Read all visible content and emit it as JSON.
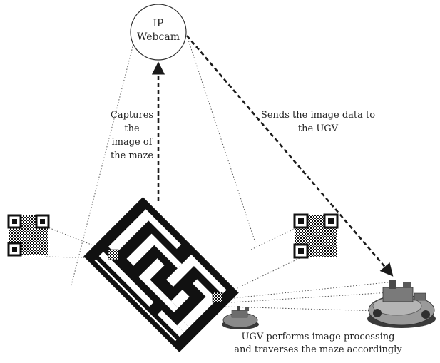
{
  "camera": {
    "line1": "IP",
    "line2": "Webcam"
  },
  "captures_label": [
    "Captures",
    "the",
    "image of",
    "the maze"
  ],
  "sends_label": [
    "Sends the image data to",
    "the UGV"
  ],
  "ugv_label": [
    "UGV performs image processing",
    "and traverses the maze accordingly"
  ],
  "colors": {
    "ink": "#1a1a1a",
    "dotted": "#555555",
    "robot_body": "#8a8a8a",
    "robot_dark": "#3a3a3a"
  },
  "icons": [
    "camera-circle",
    "maze-icon",
    "qr-code-icon",
    "ugv-robot-icon"
  ]
}
